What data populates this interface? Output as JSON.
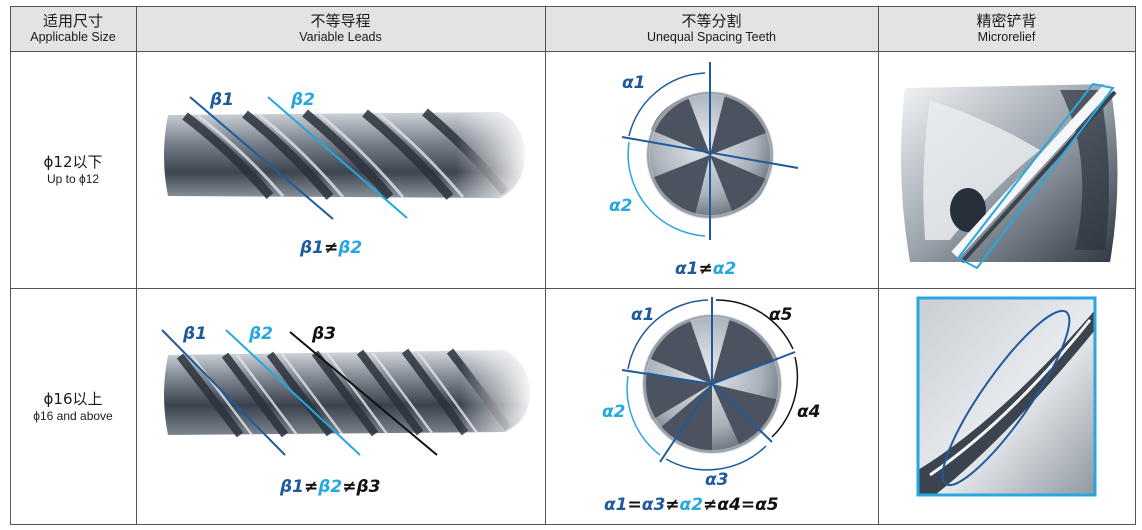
{
  "header": {
    "col1_cn": "适用尺寸",
    "col1_en": "Applicable Size",
    "col2_cn": "不等导程",
    "col2_en": "Variable Leads",
    "col3_cn": "不等分割",
    "col3_en": "Unequal Spacing Teeth",
    "col4_cn": "精密铲背",
    "col4_en": "Microrelief"
  },
  "row1": {
    "size_main": "ϕ12以下",
    "size_sub": "Up to ϕ12",
    "lead_labels": [
      "β1",
      "β2"
    ],
    "lead_relation": [
      "β1",
      "≠",
      "β2"
    ],
    "angle_labels": [
      "α1",
      "α2"
    ],
    "angle_relation": [
      "α1",
      "≠",
      "α2"
    ]
  },
  "row2": {
    "size_main": "ϕ16以上",
    "size_sub": "ϕ16 and above",
    "lead_labels": [
      "β1",
      "β2",
      "β3"
    ],
    "lead_relation": [
      "β1",
      "≠",
      "β2",
      "≠",
      "β3"
    ],
    "angle_labels": [
      "α1",
      "α2",
      "α3",
      "α4",
      "α5"
    ],
    "angle_relation": [
      "α1",
      "=",
      "α3",
      "≠",
      "α2",
      "≠",
      "α4",
      "=",
      "α5"
    ]
  },
  "colors": {
    "navy": "#1f5a9c",
    "cyan": "#27a7df",
    "header_bg": "#e3e3e3",
    "tool_dark": "#4a5360",
    "tool_light": "#b9c0c8"
  }
}
